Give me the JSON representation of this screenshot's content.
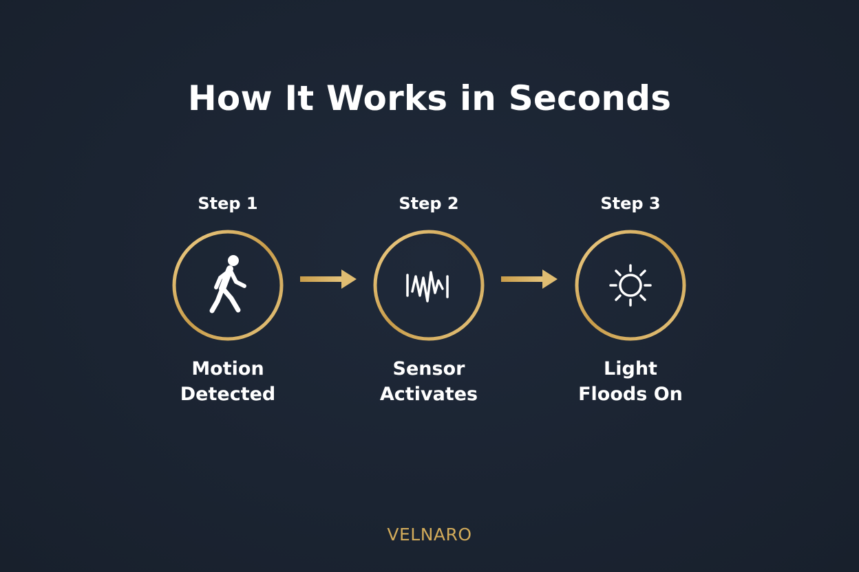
{
  "title": "How It Works in Seconds",
  "steps": [
    {
      "number": "Step 1",
      "icon": "walking-person-icon",
      "caption_line1": "Motion",
      "caption_line2": "Detected"
    },
    {
      "number": "Step 2",
      "icon": "sensor-waveform-icon",
      "caption_line1": "Sensor",
      "caption_line2": "Activates"
    },
    {
      "number": "Step 3",
      "icon": "sun-light-icon",
      "caption_line1": "Light",
      "caption_line2": "Floods On"
    }
  ],
  "brand": "VELNARO",
  "colors": {
    "background": "#1b2432",
    "accent_gold": "#d2ab5a",
    "text": "#ffffff"
  }
}
